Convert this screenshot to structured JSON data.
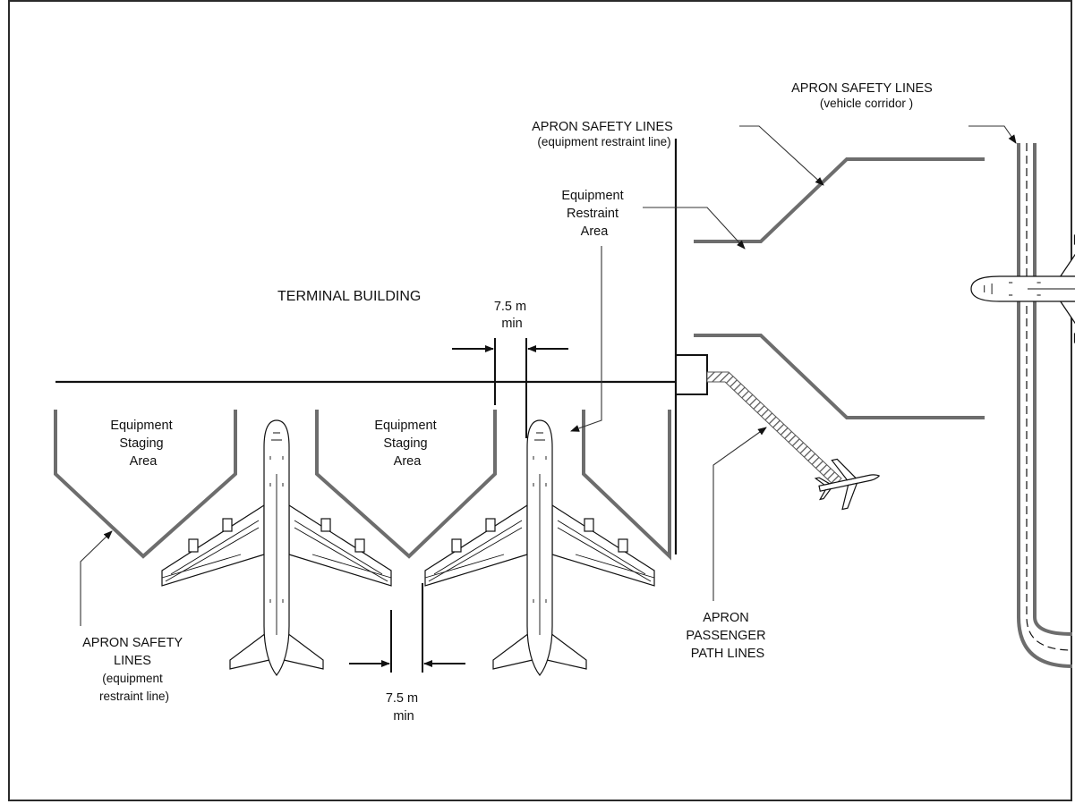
{
  "labels": {
    "terminal_building": "TERMINAL BUILDING",
    "staging_left": [
      "Equipment",
      "Staging",
      "Area"
    ],
    "staging_mid": [
      "Equipment",
      "Staging",
      "Area"
    ],
    "restraint_area": [
      "Equipment",
      "Restraint",
      "Area"
    ],
    "safety_lines_top_right": [
      "APRON SAFETY LINES",
      "(vehicle corridor )"
    ],
    "safety_lines_top_mid": [
      "APRON SAFETY LINES",
      "(equipment restraint line)"
    ],
    "safety_lines_bottom_left": [
      "APRON SAFETY",
      "LINES",
      "(equipment",
      "restraint line)"
    ],
    "passenger_path": [
      "APRON",
      "PASSENGER",
      "PATH LINES"
    ],
    "clearance_top": [
      "7.5 m",
      "min"
    ],
    "clearance_bottom": [
      "7.5 m",
      "min"
    ]
  },
  "colors": {
    "safety_line": "#6d6d6d",
    "ink": "#111111",
    "background": "#ffffff"
  }
}
